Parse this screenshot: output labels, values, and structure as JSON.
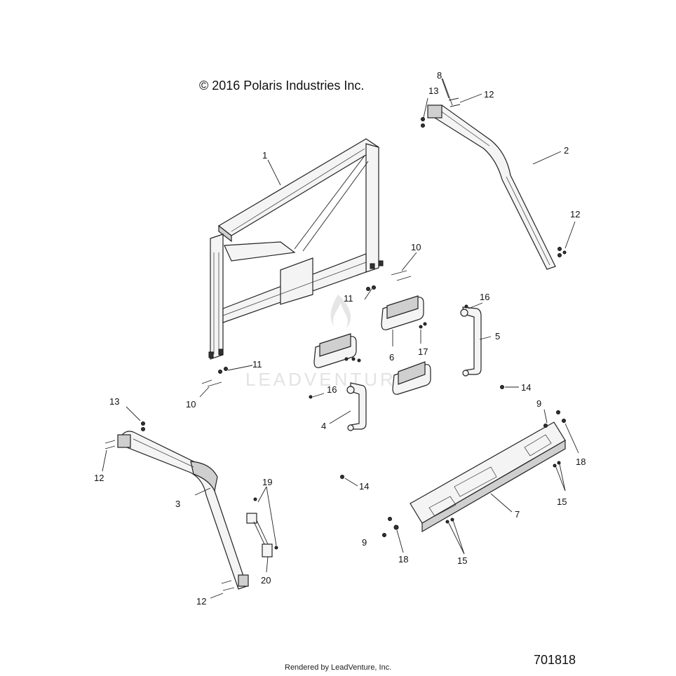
{
  "header": {
    "copyright": "© 2016 Polaris Industries Inc."
  },
  "footer": {
    "rendered_by": "Rendered by LeadVenture, Inc.",
    "drawing_number": "701818"
  },
  "watermark": {
    "text": "LEADVENTURE"
  },
  "callouts": [
    {
      "id": "c1",
      "label": "1"
    },
    {
      "id": "c2",
      "label": "2"
    },
    {
      "id": "c3",
      "label": "3"
    },
    {
      "id": "c4",
      "label": "4"
    },
    {
      "id": "c5",
      "label": "5"
    },
    {
      "id": "c6",
      "label": "6"
    },
    {
      "id": "c7",
      "label": "7"
    },
    {
      "id": "c8",
      "label": "8"
    },
    {
      "id": "c9a",
      "label": "9"
    },
    {
      "id": "c9b",
      "label": "9"
    },
    {
      "id": "c10a",
      "label": "10"
    },
    {
      "id": "c10b",
      "label": "10"
    },
    {
      "id": "c11a",
      "label": "11"
    },
    {
      "id": "c11b",
      "label": "11"
    },
    {
      "id": "c12a",
      "label": "12"
    },
    {
      "id": "c12b",
      "label": "12"
    },
    {
      "id": "c12c",
      "label": "12"
    },
    {
      "id": "c12d",
      "label": "12"
    },
    {
      "id": "c13a",
      "label": "13"
    },
    {
      "id": "c13b",
      "label": "13"
    },
    {
      "id": "c14a",
      "label": "14"
    },
    {
      "id": "c14b",
      "label": "14"
    },
    {
      "id": "c15a",
      "label": "15"
    },
    {
      "id": "c15b",
      "label": "15"
    },
    {
      "id": "c16a",
      "label": "16"
    },
    {
      "id": "c16b",
      "label": "16"
    },
    {
      "id": "c17",
      "label": "17"
    },
    {
      "id": "c18a",
      "label": "18"
    },
    {
      "id": "c18b",
      "label": "18"
    },
    {
      "id": "c19",
      "label": "19"
    },
    {
      "id": "c20",
      "label": "20"
    }
  ]
}
